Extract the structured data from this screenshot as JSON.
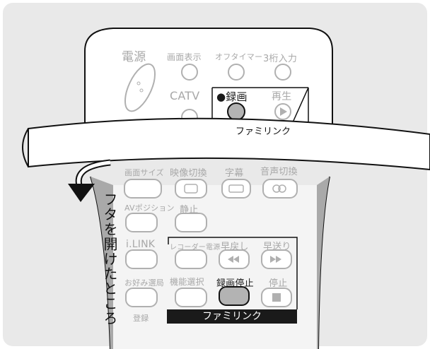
{
  "remote_top": {
    "power_label": "電源",
    "screen_display_label": "画面表示",
    "off_timer_label": "オフタイマー",
    "three_digit_label": "3桁入力",
    "catv_label": "CATV",
    "record_label": "●録画",
    "play_label": "再生",
    "familink_label": "ファミリンク"
  },
  "remote_bottom": {
    "screen_size_label": "画面サイズ",
    "video_switch_label": "映像切換",
    "subtitle_label": "字幕",
    "audio_switch_label": "音声切換",
    "av_position_label": "AVポジション",
    "pause_label": "静止",
    "ilink_label": "i.LINK",
    "recorder_power_label": "レコーダー電源",
    "rewind_label": "早戻し",
    "fast_forward_label": "早送り",
    "favorite_label": "お好み選局",
    "function_select_label": "機能選択",
    "rec_stop_label": "録画停止",
    "stop_label": "停止",
    "register_label": "登録",
    "familink_label": "ファミリンク"
  },
  "caption": "フタを開けたところ",
  "colors": {
    "accent_button": "#b3b3b3",
    "outline": "#111111",
    "faded": "#a8a8a8"
  }
}
